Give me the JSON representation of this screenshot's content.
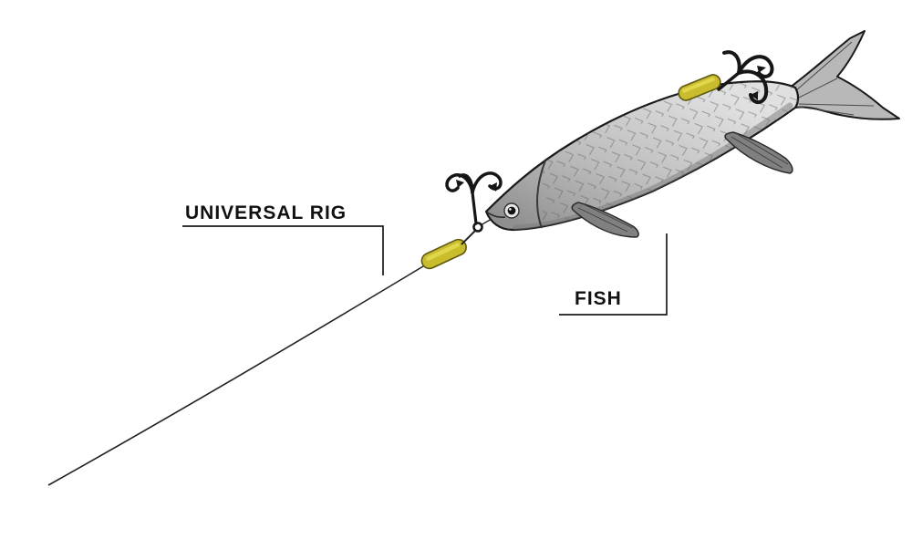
{
  "diagram": {
    "type": "fishing-rig-illustration",
    "labels": {
      "universal_rig": "UNIVERSAL RIG",
      "fish": "FISH"
    },
    "colors": {
      "background": "#ffffff",
      "outline": "#1a1a1a",
      "label_text": "#111111",
      "fish_body_light": "#dcdcdc",
      "fish_body_dark": "#8f8f8f",
      "fin": "#808080",
      "tail_fin": "#b8b8b8",
      "tube_fill": "#c9bd2e",
      "tube_fill_light": "#ddd23a",
      "tube_stroke": "#5f5812",
      "hook": "#161616",
      "line": "#222222"
    }
  }
}
